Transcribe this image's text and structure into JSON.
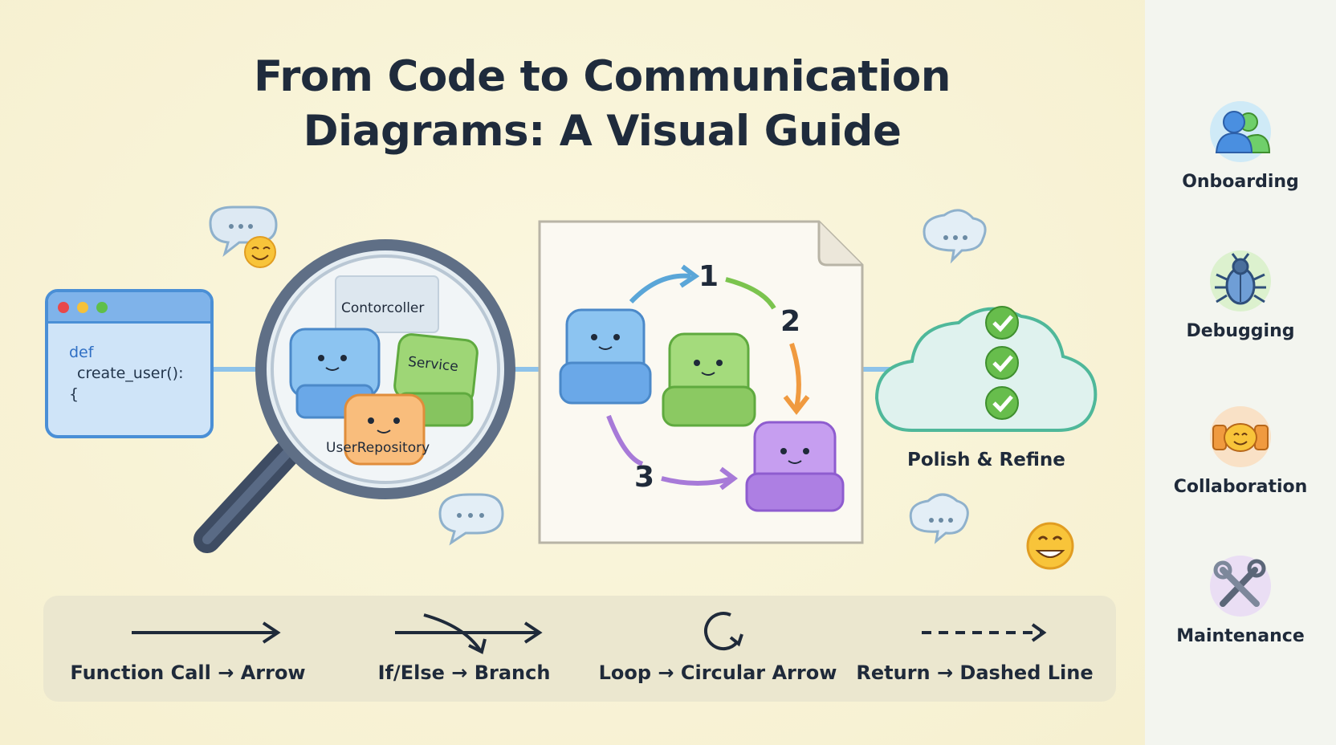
{
  "title": {
    "line1": "From Code to Communication",
    "line2": "Diagrams: A Visual Guide"
  },
  "code": {
    "keyword": "def",
    "line2": "create_user():",
    "line3": "{"
  },
  "magnifier": {
    "labels": [
      "Contorcoller",
      "Service",
      "UserRepository"
    ]
  },
  "diagram": {
    "steps": [
      "1",
      "2",
      "3"
    ]
  },
  "cloud": {
    "label": "Polish & Refine"
  },
  "legend": [
    {
      "label": "Function Call → Arrow",
      "icon": "solid-arrow-icon"
    },
    {
      "label": "If/Else → Branch",
      "icon": "branch-arrow-icon"
    },
    {
      "label": "Loop → Circular Arrow",
      "icon": "circular-arrow-icon"
    },
    {
      "label": "Return → Dashed Line",
      "icon": "dashed-arrow-icon"
    }
  ],
  "sidebar": [
    {
      "label": "Onboarding",
      "icon": "users-icon",
      "glow": "#9fd6f5"
    },
    {
      "label": "Debugging",
      "icon": "bug-icon",
      "glow": "#bfe6a8"
    },
    {
      "label": "Collaboration",
      "icon": "handshake-icon",
      "glow": "#f7c89a"
    },
    {
      "label": "Maintenance",
      "icon": "tools-icon",
      "glow": "#d9c2f2"
    }
  ],
  "colors": {
    "blue": "#6aa8e8",
    "green": "#8fd06a",
    "orange": "#f6a95a",
    "purple": "#b07ae0",
    "connector": "#8ec3ea"
  }
}
